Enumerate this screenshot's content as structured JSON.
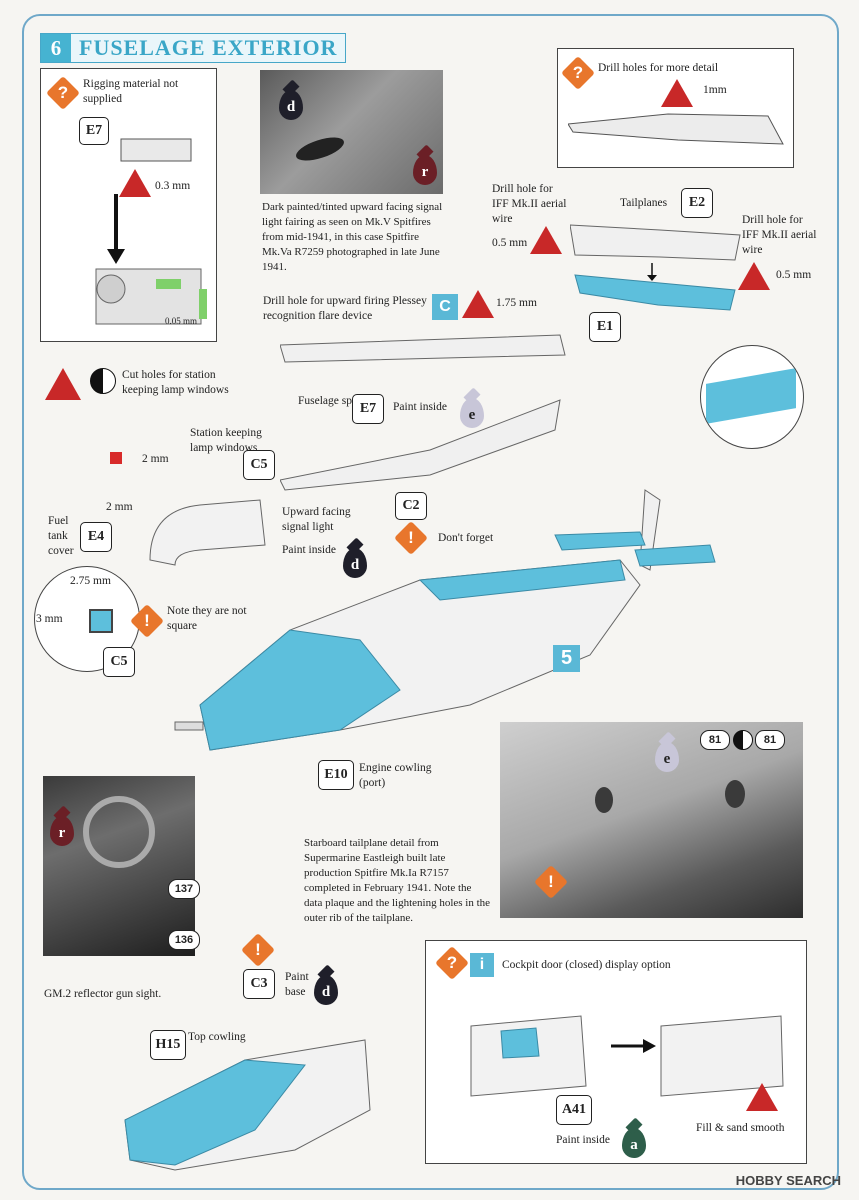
{
  "section": {
    "number": "6",
    "title": "FUSELAGE EXTERIOR"
  },
  "rigging_box": {
    "note": "Rigging material not supplied",
    "part": "E7",
    "size": "0.3 mm",
    "wire": "0.05 mm",
    "icon_text": "?"
  },
  "photo_top": {
    "caption": "Dark painted/tinted upward facing signal light fairing as seen on Mk.V Spitfires from mid-1941, in this case Spitfire Mk.Va R7259 photographed in late June 1941.",
    "drop_d": "d",
    "drop_r": "r"
  },
  "drill_box": {
    "note": "Drill holes for more detail",
    "size": "1mm"
  },
  "tailplanes": {
    "label": "Tailplanes",
    "part_top": "E2",
    "part_bottom": "E1",
    "left_note": "Drill hole for IFF Mk.II aerial wire",
    "left_size": "0.5 mm",
    "right_note": "Drill hole for IFF Mk.II aerial wire",
    "right_size": "0.5 mm"
  },
  "spine": {
    "drill_note": "Drill hole for upward firing Plessey recognition flare device",
    "drill_size": "1.75 mm",
    "tool": "C",
    "label": "Fuselage spine",
    "part": "E7",
    "paint_note": "Paint inside",
    "drop_e": "e",
    "signal_light": "Upward facing signal light",
    "signal_part": "C2",
    "dont_forget": "Don't forget",
    "paint_inside": "Paint inside",
    "drop_d": "d"
  },
  "station": {
    "cut_note": "Cut holes for station keeping lamp windows",
    "lamp_label": "Station keeping lamp windows",
    "lamp_part": "C5",
    "dim1": "2 mm",
    "dim2": "2 mm",
    "fuel_label": "Fuel tank cover",
    "fuel_part": "E4",
    "detail_w": "2.75 mm",
    "detail_h": "3 mm",
    "detail_part": "C5",
    "not_square": "Note they are not square"
  },
  "step": "5",
  "cowling": {
    "part": "E10",
    "label": "Engine cowling (port)"
  },
  "tail_photo": {
    "caption": "Starboard tailplane detail from Supermarine Eastleigh built late production Spitfire Mk.Ia R7157 completed in February 1941. Note the data plaque and the lightening holes in the outer rib of the tailplane.",
    "drop_e": "e",
    "code1": "81",
    "code2": "81"
  },
  "gunsight": {
    "caption": "GM.2 reflector gun sight.",
    "drop_r": "r",
    "code1": "137",
    "code2": "136"
  },
  "top_cowling": {
    "part": "H15",
    "label": "Top cowling",
    "c3": "C3",
    "paint_base": "Paint base",
    "drop_d": "d"
  },
  "cockpit_door": {
    "icon_i": "i",
    "note": "Cockpit door (closed) display option",
    "part": "A41",
    "paint_inside": "Paint inside",
    "drop_a": "a",
    "fill": "Fill & sand smooth"
  },
  "watermark": "HOBBY SEARCH"
}
